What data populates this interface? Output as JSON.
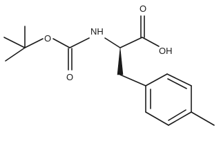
{
  "labels": {
    "ester_oxygen": "O",
    "carbonyl_oxygen_boc": "O",
    "amine": "NH",
    "carbonyl_oxygen_acid": "O",
    "hydroxyl": "OH"
  },
  "colors": {
    "bond": "#1a1a1a",
    "background": "#ffffff"
  }
}
